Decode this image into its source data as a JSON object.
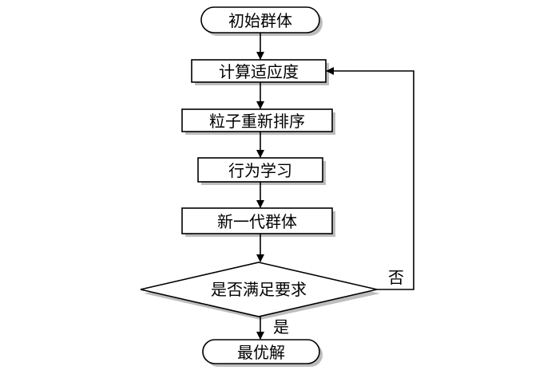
{
  "flowchart": {
    "nodes": {
      "start": "初始群体",
      "fitness": "计算适应度",
      "sort": "粒子重新排序",
      "learn": "行为学习",
      "new_gen": "新一代群体",
      "decision": "是否满足要求",
      "end": "最优解"
    },
    "edge_labels": {
      "no": "否",
      "yes": "是"
    }
  }
}
